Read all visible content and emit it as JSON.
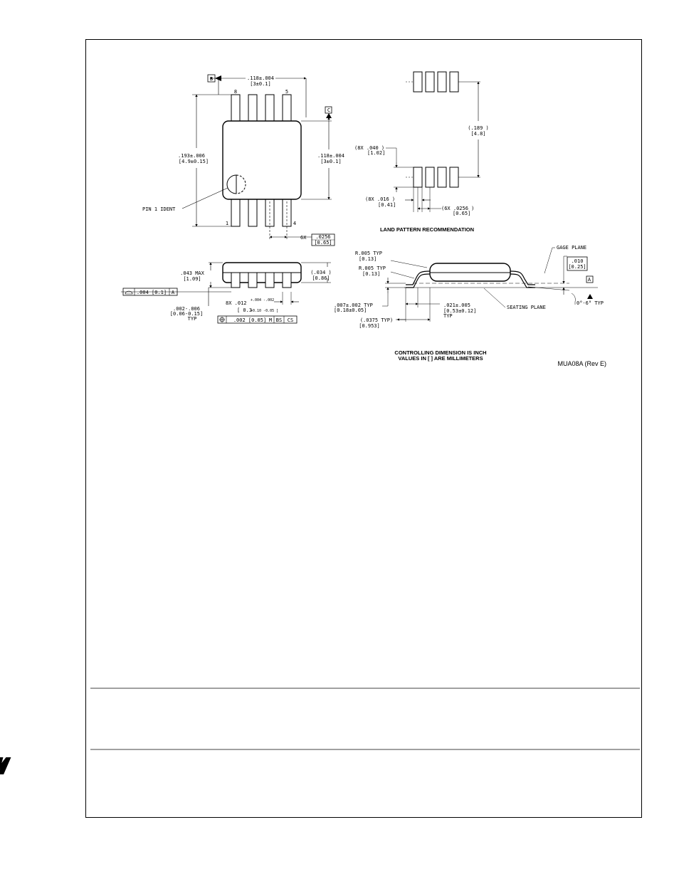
{
  "top_view": {
    "width_dim_in": ".118±.004",
    "width_dim_mm": "[3±0.1]",
    "length_dim_in": ".193±.006",
    "length_dim_mm": "[4.9±0.15]",
    "body_dim_in": ".118±.004",
    "body_dim_mm": "[3±0.1]",
    "pin_1_ident": "PIN 1 IDENT",
    "pitch_prefix": "6X",
    "pitch_in": ".0256",
    "pitch_mm": "[0.65]",
    "datum_b": "B",
    "datum_c": "C",
    "pin_labels": {
      "p8": "8",
      "p5": "5",
      "p1": "1",
      "p4": "4"
    }
  },
  "land_pattern": {
    "height_in": "(.189 )",
    "height_mm": "[4.8]",
    "pad_len_in": "(8X .040 )",
    "pad_len_mm": "[1.02]",
    "pad_w_in": "(8X .016 )",
    "pad_w_mm": "[0.41]",
    "pitch_in": "(6X .0256 )",
    "pitch_mm": "[0.65]",
    "title": "LAND PATTERN RECOMMENDATION"
  },
  "side_view": {
    "height_max_in": ".043 MAX",
    "height_max_mm": "[1.09]",
    "body_h_in": "(.034 )",
    "body_h_mm": "[0.86]",
    "flatness_value": ".004 [0.1]",
    "flatness_datum": "A",
    "standoff_in": ".002-.006",
    "standoff_mm": "[0.06-0.15]",
    "standoff_typ": "TYP",
    "lead_w_in": "8X .012",
    "lead_w_tol_in": "+.004 -.002",
    "lead_w_mm": "[ 0.3",
    "lead_w_tol_mm": "+0.10 -0.05 ]",
    "position_value": ".002 [0.05]",
    "position_mod_m": "M",
    "position_datum_b": "BS",
    "position_datum_c": "CS"
  },
  "profile_view": {
    "r1_in": "R.005 TYP",
    "r1_mm": "[0.13]",
    "r2_in": "R.005 TYP",
    "r2_mm": "[0.13]",
    "gage_plane": "GAGE PLANE",
    "gage_in": ".010",
    "gage_mm": "[0.25]",
    "datum_a": "A",
    "angle": "0°-6° TYP",
    "lead_t_in": ".007±.002 TYP",
    "lead_t_mm": "[0.18±0.05]",
    "foot_in": ".021±.005",
    "foot_mm": "[0.53±0.12]",
    "foot_typ": "TYP",
    "seating_plane": "SEATING PLANE",
    "pitch2_in": "(.0375 TYP)",
    "pitch2_mm": "[0.953]"
  },
  "notes": {
    "controlling_line1": "CONTROLLING DIMENSION IS INCH",
    "controlling_line2": "VALUES IN [ ] ARE MILLIMETERS",
    "drawing_id": "MUA08A (Rev E)"
  }
}
